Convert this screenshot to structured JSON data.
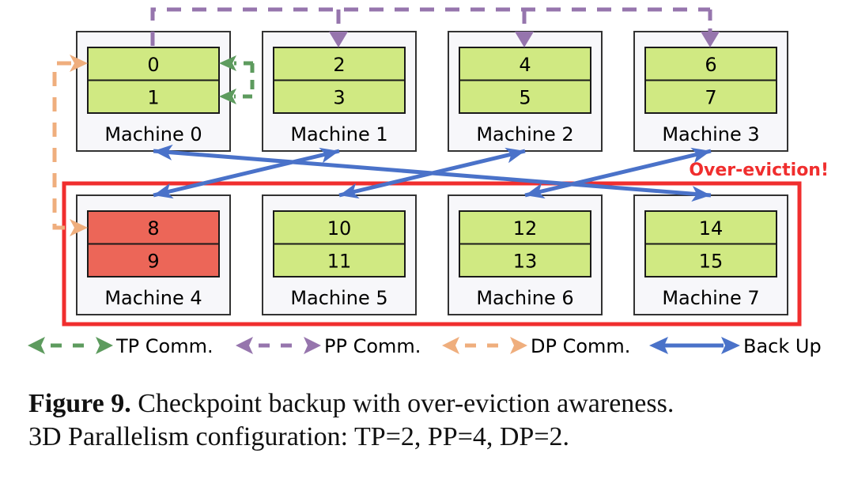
{
  "colors": {
    "machine_fill": "#f7f7fa",
    "machine_stroke": "#333333",
    "gpu_ok": "#d0e982",
    "gpu_evicted": "#ec6658",
    "tp": "#5d9b5e",
    "pp": "#9675ad",
    "dp": "#efae7d",
    "backup": "#4a72c9",
    "alert": "#f02e2e"
  },
  "machines": [
    {
      "label": "Machine 0",
      "gpus": [
        "0",
        "1"
      ],
      "evicted": false
    },
    {
      "label": "Machine 1",
      "gpus": [
        "2",
        "3"
      ],
      "evicted": false
    },
    {
      "label": "Machine 2",
      "gpus": [
        "4",
        "5"
      ],
      "evicted": false
    },
    {
      "label": "Machine 3",
      "gpus": [
        "6",
        "7"
      ],
      "evicted": false
    },
    {
      "label": "Machine 4",
      "gpus": [
        "8",
        "9"
      ],
      "evicted": true
    },
    {
      "label": "Machine 5",
      "gpus": [
        "10",
        "11"
      ],
      "evicted": false
    },
    {
      "label": "Machine 6",
      "gpus": [
        "12",
        "13"
      ],
      "evicted": false
    },
    {
      "label": "Machine 7",
      "gpus": [
        "14",
        "15"
      ],
      "evicted": false
    }
  ],
  "backup_pairs": [
    [
      0,
      7
    ],
    [
      1,
      4
    ],
    [
      2,
      5
    ],
    [
      3,
      6
    ]
  ],
  "over_eviction_label": "Over-eviction!",
  "legend": [
    {
      "key": "tp",
      "label": "TP Comm.",
      "style": "dashed"
    },
    {
      "key": "pp",
      "label": "PP Comm.",
      "style": "dashed"
    },
    {
      "key": "dp",
      "label": "DP Comm.",
      "style": "dashed"
    },
    {
      "key": "backup",
      "label": "Back Up",
      "style": "solid"
    }
  ],
  "caption": {
    "figure_number": "Figure 9.",
    "line1": " Checkpoint backup with over-eviction awareness.",
    "line2": "3D Parallelism configuration: TP=2, PP=4, DP=2."
  }
}
